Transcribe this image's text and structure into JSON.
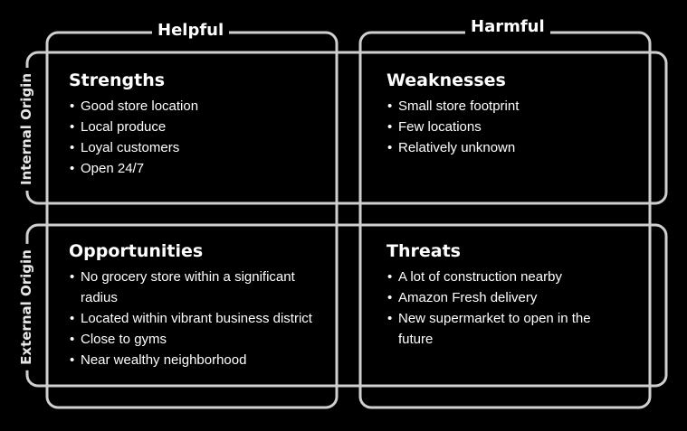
{
  "diagram": {
    "columns": {
      "helpful": "Helpful",
      "harmful": "Harmful"
    },
    "rows": {
      "internal": "Internal Origin",
      "external": "External Origin"
    },
    "quadrants": {
      "strengths": {
        "title": "Strengths",
        "items": [
          "Good store location",
          "Local produce",
          "Loyal customers",
          "Open 24/7"
        ]
      },
      "weaknesses": {
        "title": "Weaknesses",
        "items": [
          "Small store footprint",
          "Few locations",
          "Relatively unknown"
        ]
      },
      "opportunities": {
        "title": "Opportunities",
        "items": [
          "No grocery store within a significant radius",
          "Located within vibrant business district",
          "Close to gyms",
          "Near wealthy neighborhood"
        ]
      },
      "threats": {
        "title": "Threats",
        "items": [
          "A lot of construction nearby",
          "Amazon Fresh delivery",
          "New supermarket to open in the future"
        ]
      }
    },
    "colors": {
      "background": "#000000",
      "frame": "#cfcfcf",
      "text": "#ffffff"
    }
  }
}
